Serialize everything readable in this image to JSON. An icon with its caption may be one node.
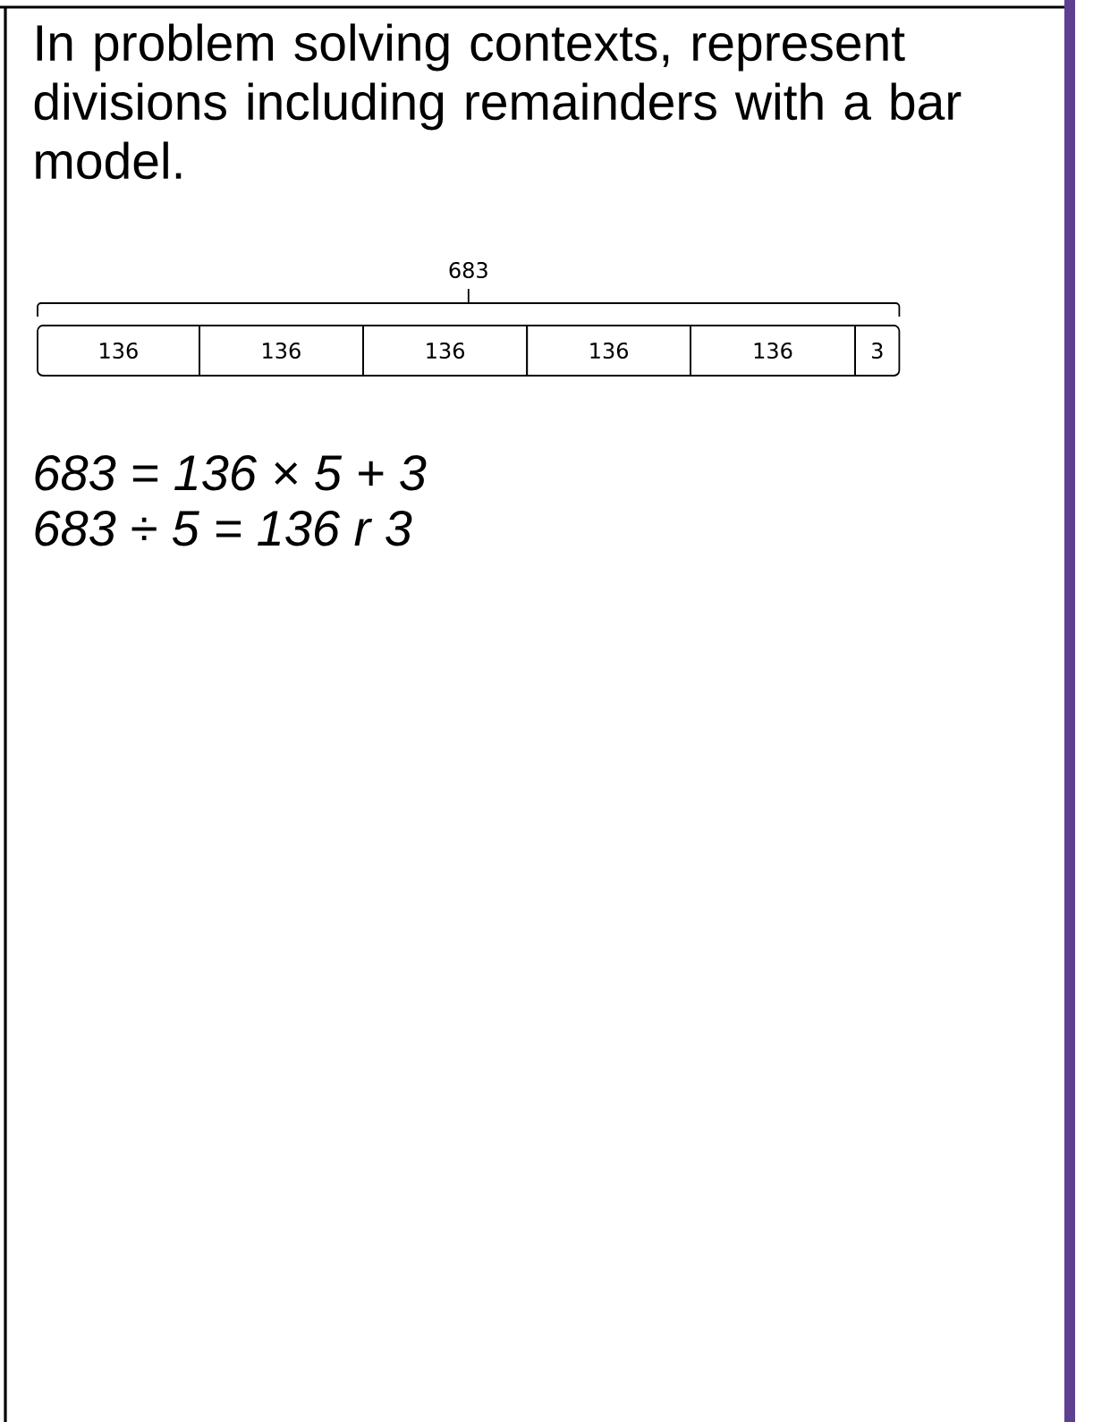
{
  "diagram": {
    "nodes": [
      {
        "text": [
          "136"
        ]
      },
      {
        "text": [
          "136"
        ]
      },
      {
        "text": [
          "136"
        ]
      },
      {
        "text": [
          "136"
        ]
      },
      {
        "text": [
          "136"
        ]
      },
      {
        "text": [
          "3"
        ]
      }
    ],
    "labels": [
      "In problem solving contexts, represent divisions including remainders with a bar model.",
      "683",
      "683 = 136 × 5 + 3",
      "683 ÷ 5 = 136 r 3"
    ]
  }
}
